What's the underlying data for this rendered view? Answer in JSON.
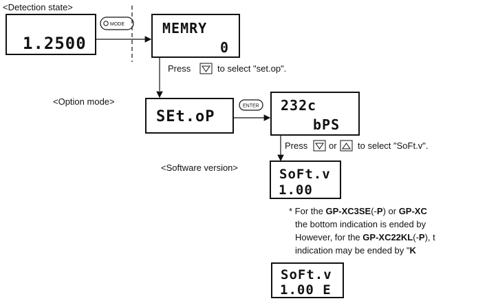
{
  "labels": {
    "detection_state": "<Detection state>",
    "option_mode": "<Option mode>",
    "software_version": "<Software version>"
  },
  "buttons": {
    "mode": "MODE",
    "enter": "ENTER"
  },
  "displays": {
    "detection": "1.2500",
    "memory_top": "MEMRY",
    "memory_bottom": "0",
    "setop": "SEt.oP",
    "baud_top": "232c",
    "baud_bottom": "bPS",
    "soft_top": "SoFt.v",
    "soft_bottom": "1.00",
    "soft2_top": "SoFt.v",
    "soft2_bottom": "1.00 E"
  },
  "instructions": {
    "step1_pre": "Press",
    "step1_post": "to select \"set.op\".",
    "step2_pre": "Press",
    "step2_or": "or",
    "step2_post": "to select \"SoFt.v\"."
  },
  "note": {
    "l1_a": "* For the ",
    "l1_b": "GP-XC3SE",
    "l1_c": "(-",
    "l1_d": "P",
    "l1_e": ") or ",
    "l1_f": "GP-XC",
    "l2": "the bottom indication is ended by",
    "l3_a": "However, for the ",
    "l3_b": "GP-XC22KL",
    "l3_c": "(-",
    "l3_d": "P",
    "l3_e": "), t",
    "l4_a": "indication may be ended by \"",
    "l4_b": "K"
  }
}
